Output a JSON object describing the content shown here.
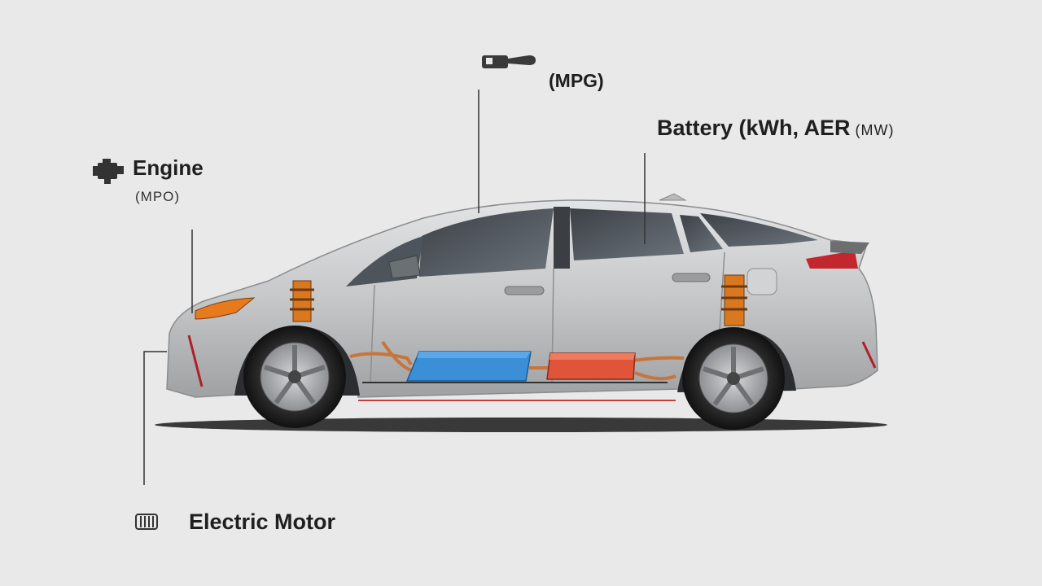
{
  "labels": {
    "engine": "Engine",
    "engine_sub": "(MPO)",
    "mpg": "(MPG)",
    "battery": "Battery (kWh, AER",
    "battery_extra": "(MW)",
    "motor": "Electric Motor"
  },
  "icons": {
    "engine": "engine-icon",
    "fuel": "fuel-pump-icon",
    "motor": "electric-motor-icon"
  },
  "colors": {
    "background": "#e9e9e9",
    "car_body": "#c9cacb",
    "battery_pack": "#3a8fd6",
    "motor_unit": "#e0553a",
    "wiring": "#c8743a",
    "leader_line": "#333333"
  }
}
